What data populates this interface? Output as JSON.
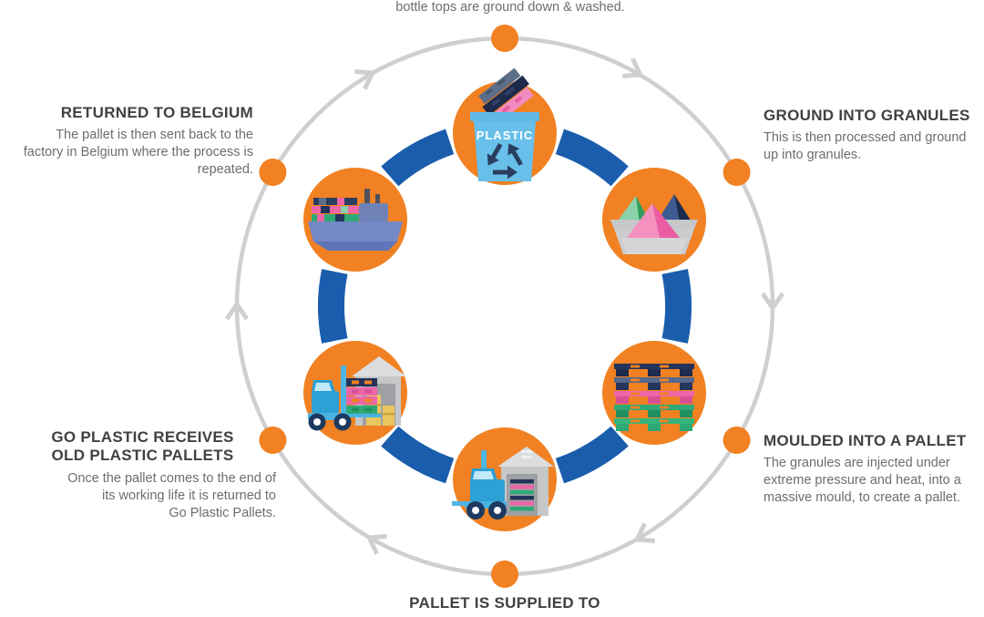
{
  "infographic": {
    "top_partial_caption": "bottle tops are ground down & washed.",
    "bin_label": "PLASTIC",
    "steps": {
      "returned_to_belgium": {
        "heading": "RETURNED TO BELGIUM",
        "body_lines": [
          "The pallet is then sent back to the",
          "factory in Belgium where the process is",
          "repeated."
        ]
      },
      "ground_into_granules": {
        "heading": "GROUND INTO GRANULES",
        "body_lines": [
          "This is then processed and ground",
          "up into granules."
        ]
      },
      "go_plastic_receives": {
        "heading_lines": [
          "GO PLASTIC RECEIVES",
          "OLD PLASTIC PALLETS"
        ],
        "body_lines": [
          "Once the pallet comes to the end of",
          "its working life it is returned to",
          "Go Plastic Pallets."
        ]
      },
      "moulded_into_a_pallet": {
        "heading": "MOULDED INTO A PALLET",
        "body_lines": [
          "The granules are injected under",
          "extreme pressure and heat, into a",
          "massive mould, to create a pallet."
        ]
      },
      "pallet_is_supplied_to": {
        "heading": "PALLET IS SUPPLIED TO"
      }
    },
    "icons": [
      "plastic-recycling-bin",
      "granules-bowl",
      "pallet-stack",
      "forklift-at-warehouse",
      "forklift-with-pallets",
      "cargo-ship"
    ],
    "cycle_direction": "clockwise",
    "colors": {
      "orange": "#F18122",
      "arc_blue": "#1A5DAD",
      "circle_gray": "#CFCFD1",
      "heading_text": "#414042",
      "body_text": "#6D6D6E",
      "bin_blue": "#68C0EA",
      "pallet_navy": "#24345A",
      "pallet_pink": "#EC66A8",
      "pallet_green": "#2FA876"
    }
  }
}
